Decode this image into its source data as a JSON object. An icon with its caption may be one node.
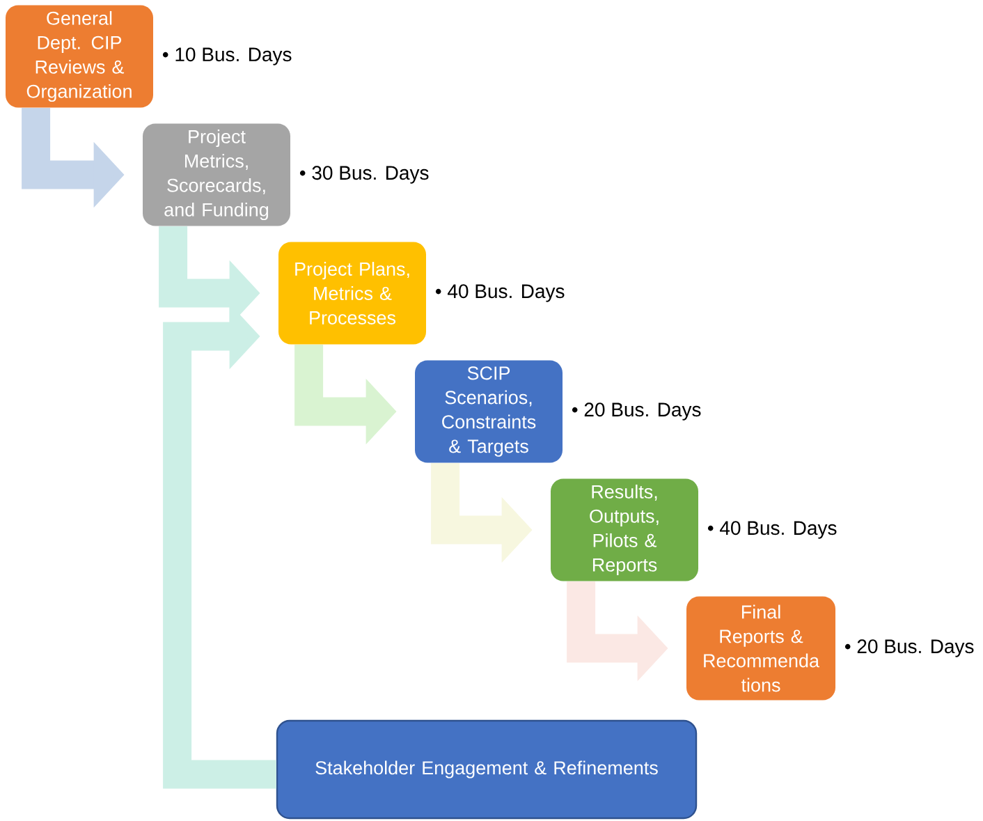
{
  "diagram": {
    "nodes": [
      {
        "text": [
          "General Dept. CIP Reviews & Organization"
        ],
        "beside": [
          "• 10 Bus. Days"
        ]
      },
      {
        "text": [
          "Project Metrics, Scorecards, and Funding"
        ],
        "beside": [
          "• 30 Bus. Days"
        ]
      },
      {
        "text": [
          "Project Plans, Metrics & Processes"
        ],
        "beside": [
          "• 40 Bus. Days"
        ]
      },
      {
        "text": [
          "SCIP Scenarios, Constraints & Targets"
        ],
        "beside": [
          "• 20 Bus. Days"
        ]
      },
      {
        "text": [
          "Results, Outputs, Pilots & Reports"
        ],
        "beside": [
          "• 40 Bus. Days"
        ]
      },
      {
        "text": [
          "Final Reports & Recommenda tions"
        ],
        "beside": [
          "• 20 Bus. Days"
        ]
      },
      {
        "text": [
          "Stakeholder Engagement & Refinements"
        ]
      }
    ],
    "edges": [
      {
        "from": 0,
        "to": 1,
        "arrow": "to",
        "color": "#c5d5ea"
      },
      {
        "from": 1,
        "to": 2,
        "arrow": "to",
        "color": "#ccefe6"
      },
      {
        "from": 2,
        "to": 3,
        "arrow": "to",
        "color": "#d9f3d1"
      },
      {
        "from": 3,
        "to": 4,
        "arrow": "to",
        "color": "#f7f7df"
      },
      {
        "from": 4,
        "to": 5,
        "arrow": "to",
        "color": "#fbe8e4"
      },
      {
        "from": 6,
        "to": 2,
        "arrow": "to",
        "color": "#ccefe6"
      }
    ]
  }
}
